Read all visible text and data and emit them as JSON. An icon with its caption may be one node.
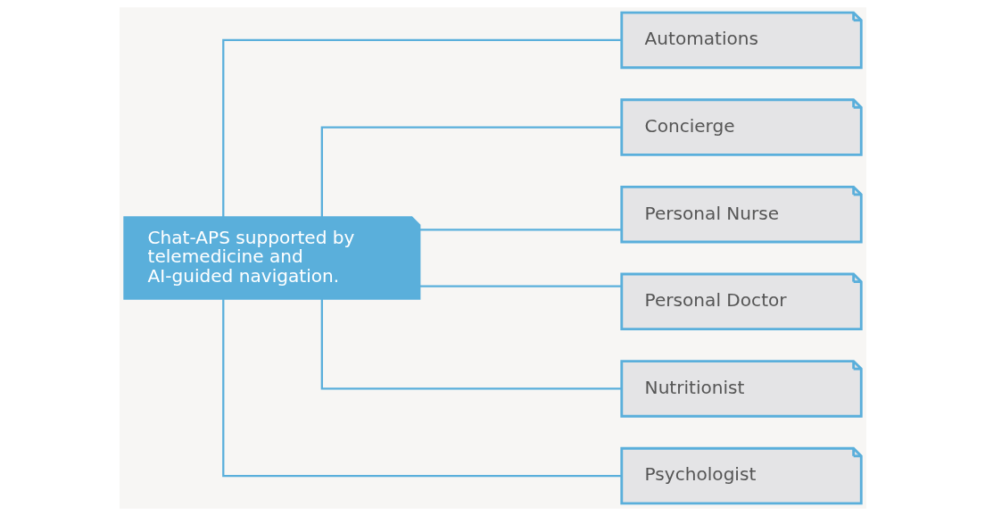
{
  "diagram": {
    "nodes": [
      {
        "text": [
          "Chat-APS supported by telemedicine and AI-guided navigation."
        ]
      },
      {
        "text": [
          "Automations"
        ]
      },
      {
        "text": [
          "Concierge"
        ]
      },
      {
        "text": [
          "Personal Nurse"
        ]
      },
      {
        "text": [
          "Personal Doctor"
        ]
      },
      {
        "text": [
          "Nutritionist"
        ]
      },
      {
        "text": [
          "Psychologist"
        ]
      }
    ],
    "edges": [
      {
        "from": 0,
        "to": 1,
        "arrow": "none"
      },
      {
        "from": 0,
        "to": 2,
        "arrow": "none"
      },
      {
        "from": 0,
        "to": 3,
        "arrow": "none"
      },
      {
        "from": 0,
        "to": 4,
        "arrow": "none"
      },
      {
        "from": 0,
        "to": 5,
        "arrow": "none"
      },
      {
        "from": 0,
        "to": 6,
        "arrow": "none"
      }
    ]
  }
}
